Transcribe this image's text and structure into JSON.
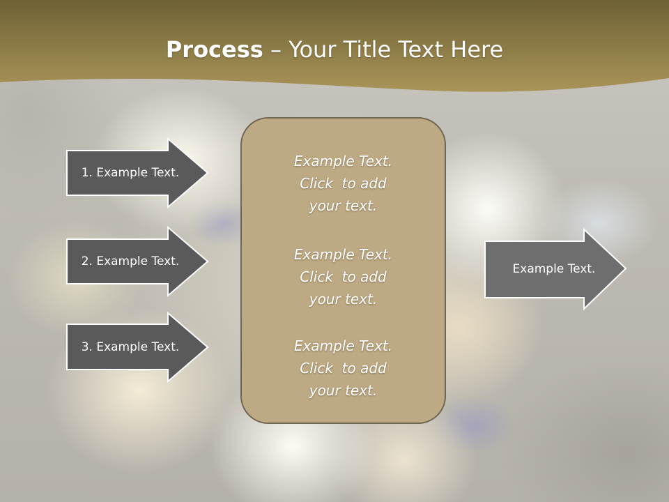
{
  "title": {
    "bold": "Process",
    "rest": " – Your Title Text Here"
  },
  "left_arrows": [
    {
      "label": "1. Example Text."
    },
    {
      "label": "2. Example Text."
    },
    {
      "label": "3. Example Text."
    }
  ],
  "center_box": {
    "paragraphs": [
      {
        "lines": [
          "Example Text.",
          "Click  to add",
          "your text."
        ]
      },
      {
        "lines": [
          "Example Text.",
          "Click  to add",
          "your text."
        ]
      },
      {
        "lines": [
          "Example Text.",
          "Click  to add",
          "your text."
        ]
      }
    ]
  },
  "right_arrow": {
    "label": "Example Text."
  },
  "colors": {
    "header_gold_dark": "#6e6134",
    "header_gold_light": "#a99458",
    "arrow_fill_dark": "#5a5a5a",
    "arrow_fill_right": "#6e6e6e",
    "center_box_fill": "#bda983",
    "center_box_border": "#6f6550"
  }
}
